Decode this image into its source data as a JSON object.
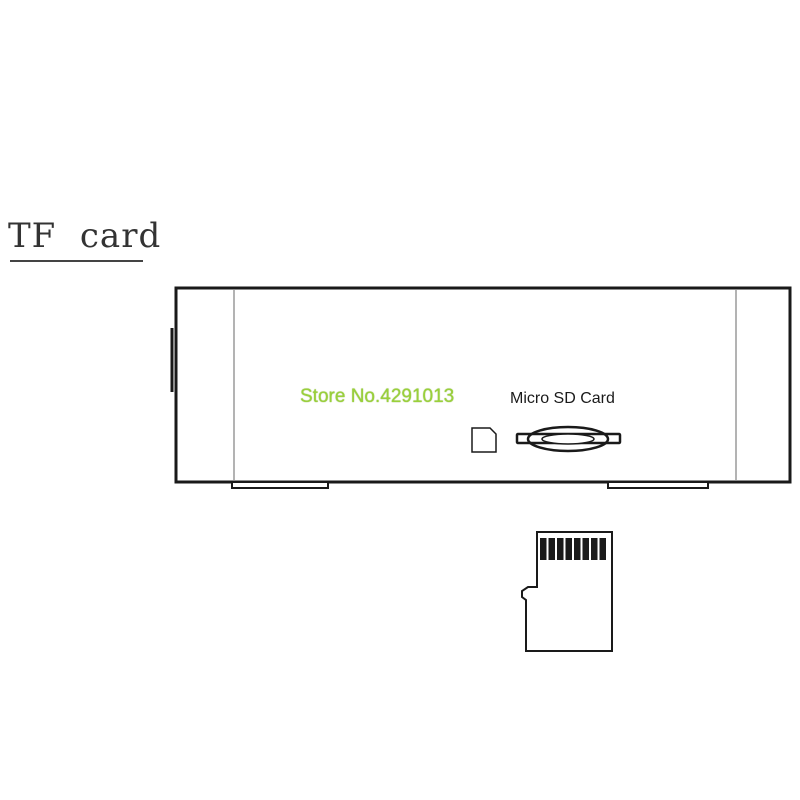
{
  "heading": {
    "text": "TF  card"
  },
  "watermark": {
    "text": "Store No.4291013"
  },
  "device": {
    "slot_label": "Micro SD Card",
    "slot_icon": "micro-sd-slot-icon",
    "card_icon": "sd-card-outline-icon"
  },
  "card": {
    "contacts": 8
  },
  "colors": {
    "line": "#1a1a1a",
    "watermark": "#9ad13a",
    "background": "#ffffff"
  }
}
